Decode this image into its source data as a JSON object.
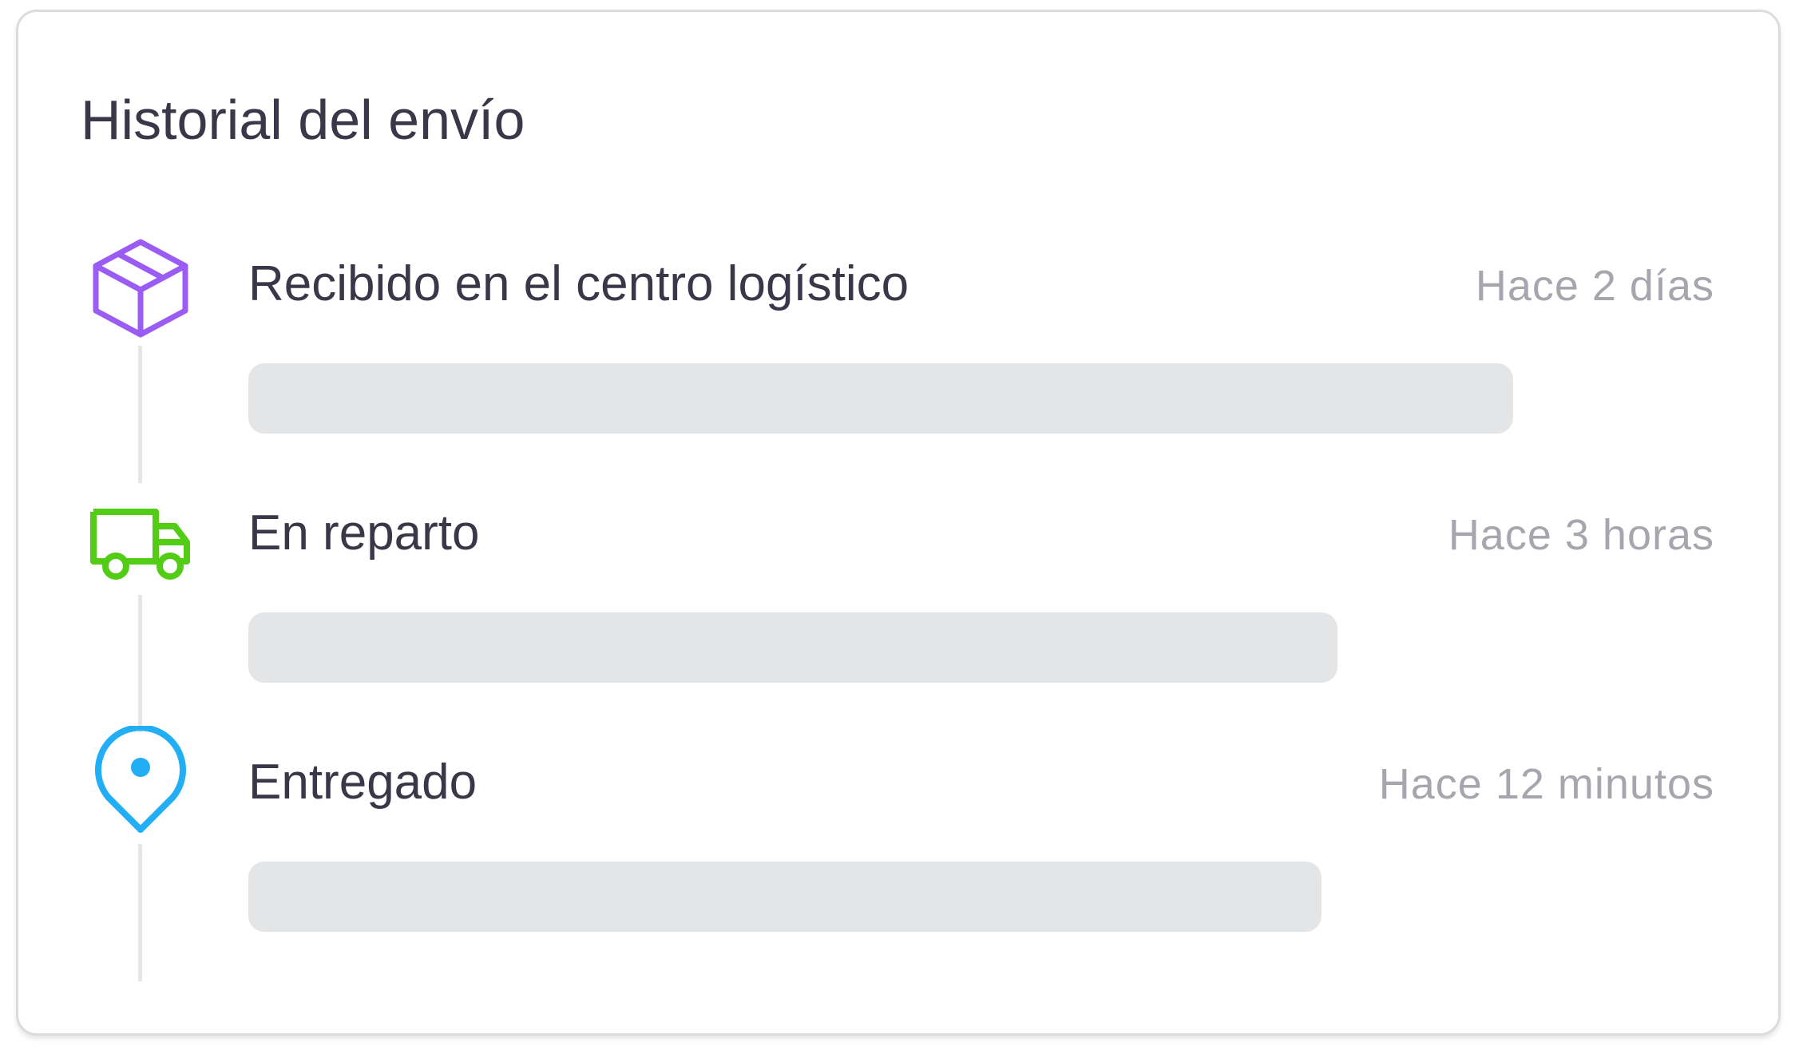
{
  "card": {
    "title": "Historial del envío"
  },
  "events": [
    {
      "label": "Recibido en el centro logístico",
      "time": "Hace 2 días",
      "icon": "package-box-icon",
      "color": "#9b5cf6"
    },
    {
      "label": "En reparto",
      "time": "Hace 3 horas",
      "icon": "delivery-truck-icon",
      "color": "#52cc14"
    },
    {
      "label": "Entregado",
      "time": "Hace 12 minutos",
      "icon": "map-pin-icon",
      "color": "#21aef5"
    }
  ],
  "colors": {
    "text_primary": "#3a3748",
    "text_secondary": "#a6a6ae",
    "placeholder": "#e4e5e7",
    "timeline_line": "#e6e6e8"
  }
}
